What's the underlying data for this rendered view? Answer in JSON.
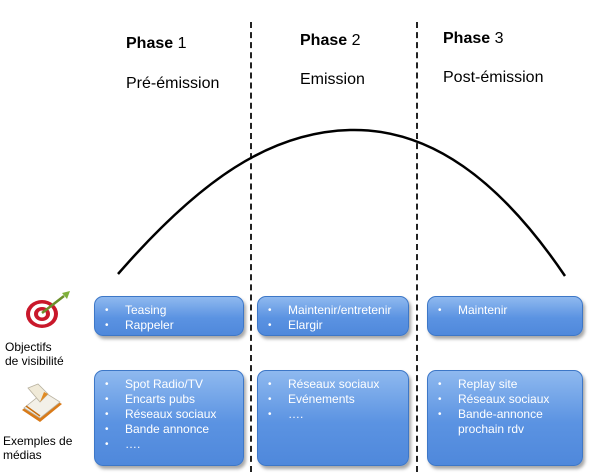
{
  "phases": [
    {
      "bold": "Phase",
      "num": "1",
      "subtitle": "Pré-émission"
    },
    {
      "bold": "Phase",
      "num": "2",
      "subtitle": "Emission"
    },
    {
      "bold": "Phase",
      "num": "3",
      "subtitle": "Post-émission"
    }
  ],
  "rows": {
    "objectives": {
      "label": "Objectifs de visibilité",
      "icon": "target-icon",
      "boxes": [
        [
          "Teasing",
          "Rappeler"
        ],
        [
          "Maintenir/entretenir",
          "Elargir"
        ],
        [
          "Maintenir"
        ]
      ]
    },
    "media": {
      "label": "Exemples de médias",
      "icon": "book-icon",
      "boxes": [
        [
          "Spot Radio/TV",
          "Encarts pubs",
          "Réseaux sociaux",
          "Bande annonce",
          "…."
        ],
        [
          "Réseaux sociaux",
          "Evénements",
          "…."
        ],
        [
          "Replay site",
          "Réseaux sociaux",
          "Bande-annonce",
          "prochain rdv"
        ]
      ]
    }
  },
  "colors": {
    "box": "#5b93e2",
    "divider": "#222222",
    "curve": "#000000"
  }
}
